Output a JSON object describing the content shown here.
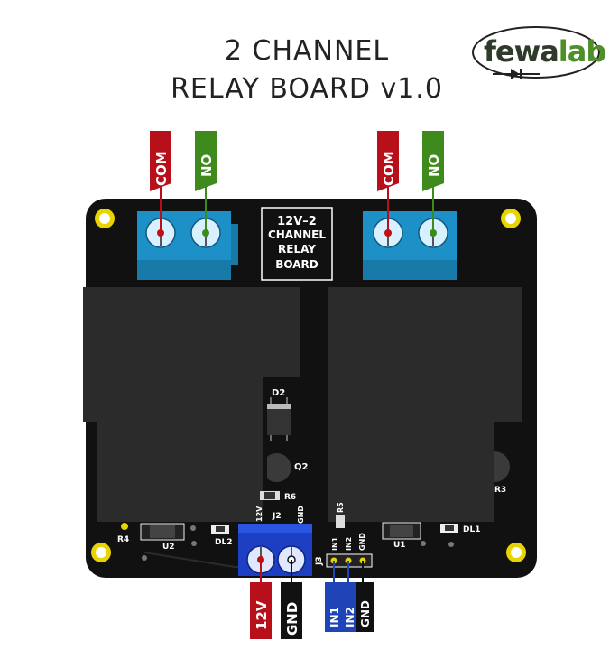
{
  "title": {
    "line1": "2 CHANNEL",
    "line2": "RELAY BOARD v1.0"
  },
  "logo": {
    "part1": "fewa",
    "part2": "lab"
  },
  "board_label": {
    "line1": "12V–2",
    "line2": "CHANNEL",
    "line3": "RELAY",
    "line4": "BOARD"
  },
  "terminal_labels": {
    "com": "COM",
    "no": "NO",
    "power_12v": "12V",
    "power_gnd": "GND",
    "in1": "IN1",
    "in2": "IN2",
    "in_gnd": "GND"
  },
  "silkscreen": {
    "d2": "D2",
    "q2": "Q2",
    "r6": "R6",
    "r3": "R3",
    "r4": "R4",
    "u2": "U2",
    "u1": "U1",
    "dl2": "DL2",
    "dl1": "DL1",
    "j2": "J2",
    "j3": "J3",
    "r5": "R5",
    "j2_12v": "12V",
    "j2_gnd": "GND",
    "j3_in1": "IN1",
    "j3_in2": "IN2",
    "j3_gnd": "GND"
  },
  "colors": {
    "pcb": "#111111",
    "relay": "#2a2a2a",
    "terminal_light": "#1e90c8",
    "terminal_dark": "#1c3fc4",
    "flag_red": "#b8101a",
    "flag_green": "#3f8a1c",
    "flag_blue": "#1f44b8",
    "flag_black": "#111111",
    "pad_gold": "#e7d400"
  }
}
